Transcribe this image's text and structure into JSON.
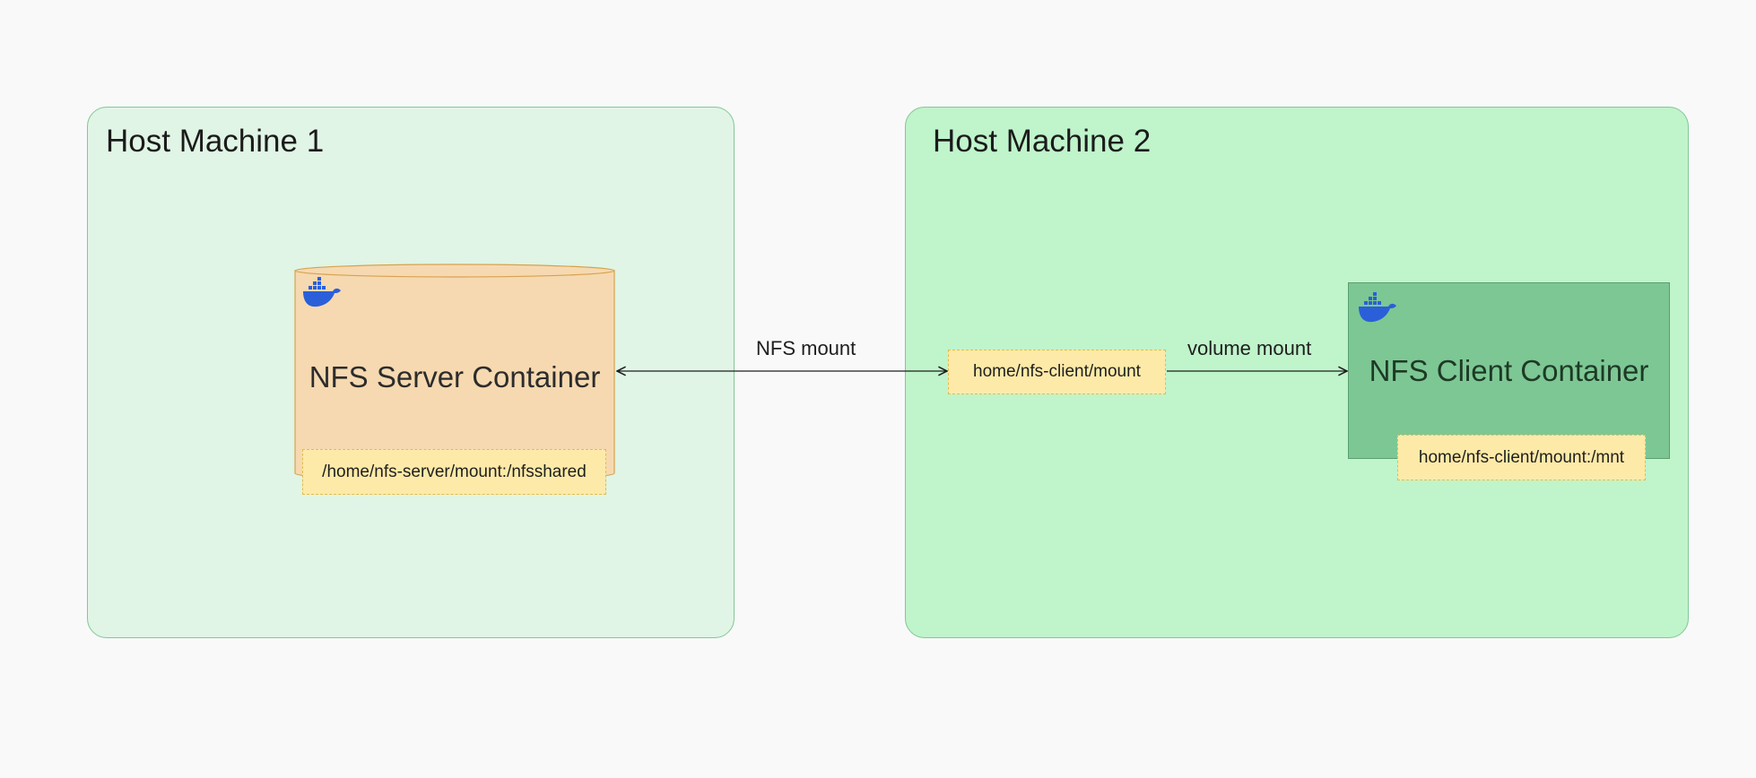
{
  "hosts": {
    "host1": {
      "title": "Host Machine 1"
    },
    "host2": {
      "title": "Host Machine 2"
    }
  },
  "containers": {
    "server": {
      "title": "NFS Server Container",
      "mount": "/home/nfs-server/mount:/nfsshared",
      "icon": "docker-icon"
    },
    "client": {
      "title": "NFS Client Container",
      "mount": "home/nfs-client/mount:/mnt",
      "icon": "docker-icon"
    }
  },
  "host_mount": {
    "path": "home/nfs-client/mount"
  },
  "edges": {
    "nfs_mount": {
      "label": "NFS mount"
    },
    "volume_mount": {
      "label": "volume mount"
    }
  },
  "colors": {
    "background": "#f9f9f9",
    "host1_fill": "#e0f5e5",
    "host2_fill": "#c0f4cb",
    "server_fill": "#f6d9b0",
    "client_fill": "#7dc794",
    "mount_fill": "#fdeaa8",
    "docker_blue": "#2b5fd9"
  }
}
